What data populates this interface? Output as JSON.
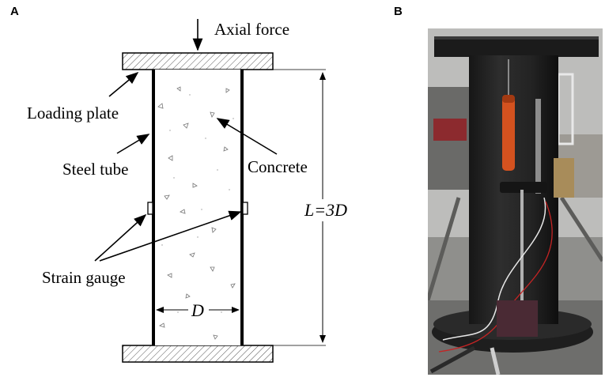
{
  "panel_a": {
    "letter": "A",
    "labels": {
      "axial_force": "Axial force",
      "loading_plate": "Loading plate",
      "steel_tube": "Steel tube",
      "concrete": "Concrete",
      "strain_gauge": "Strain gauge"
    },
    "length_label": "L=3D",
    "diameter_label": "D"
  },
  "panel_b": {
    "letter": "B"
  }
}
